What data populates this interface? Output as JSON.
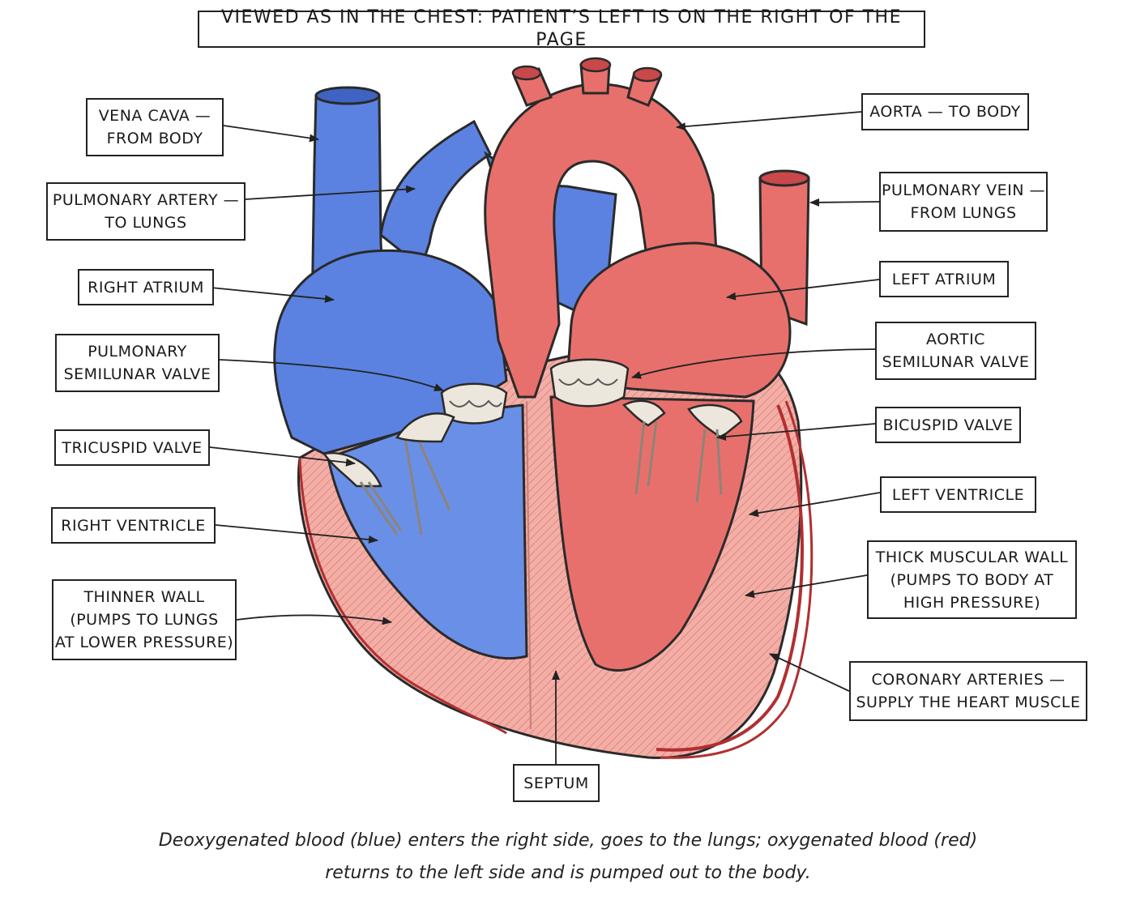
{
  "title": "VIEWED AS IN THE CHEST: PATIENT’S LEFT IS ON THE RIGHT OF THE PAGE",
  "labels": {
    "vena_cava": [
      "VENA CAVA —",
      "FROM BODY"
    ],
    "pulmonary_artery": [
      "PULMONARY ARTERY —",
      "TO LUNGS"
    ],
    "right_atrium": [
      "RIGHT ATRIUM"
    ],
    "pulmonary_semilunar_valve": [
      "PULMONARY",
      "SEMILUNAR VALVE"
    ],
    "tricuspid_valve": [
      "TRICUSPID VALVE"
    ],
    "right_ventricle": [
      "RIGHT VENTRICLE"
    ],
    "thinner_wall": [
      "THINNER WALL",
      "(PUMPS TO LUNGS",
      "AT LOWER PRESSURE)"
    ],
    "aorta": [
      "AORTA — TO BODY"
    ],
    "pulmonary_vein": [
      "PULMONARY VEIN —",
      "FROM LUNGS"
    ],
    "left_atrium": [
      "LEFT ATRIUM"
    ],
    "aortic_semilunar_valve": [
      "AORTIC",
      "SEMILUNAR VALVE"
    ],
    "bicuspid_valve": [
      "BICUSPID VALVE"
    ],
    "left_ventricle": [
      "LEFT VENTRICLE"
    ],
    "thick_muscular_wall": [
      "THICK MUSCULAR WALL",
      "(PUMPS TO BODY AT",
      "HIGH PRESSURE)"
    ],
    "coronary_arteries": [
      "CORONARY ARTERIES —",
      "SUPPLY THE HEART MUSCLE"
    ],
    "septum": [
      "SEPTUM"
    ]
  },
  "caption": [
    "Deoxygenated blood (blue) enters the right side, goes to the lungs; oxygenated blood (red)",
    "returns to the left side and is pumped out to the body."
  ],
  "colors": {
    "deoxygenated": "#5b82e0",
    "deoxygenated_dark": "#3f63c2",
    "oxygenated": "#e8706c",
    "oxygenated_dark": "#c9484a",
    "muscle": "#f2a7a0",
    "valve": "#ece6dc",
    "outline": "#2a2a2a"
  }
}
